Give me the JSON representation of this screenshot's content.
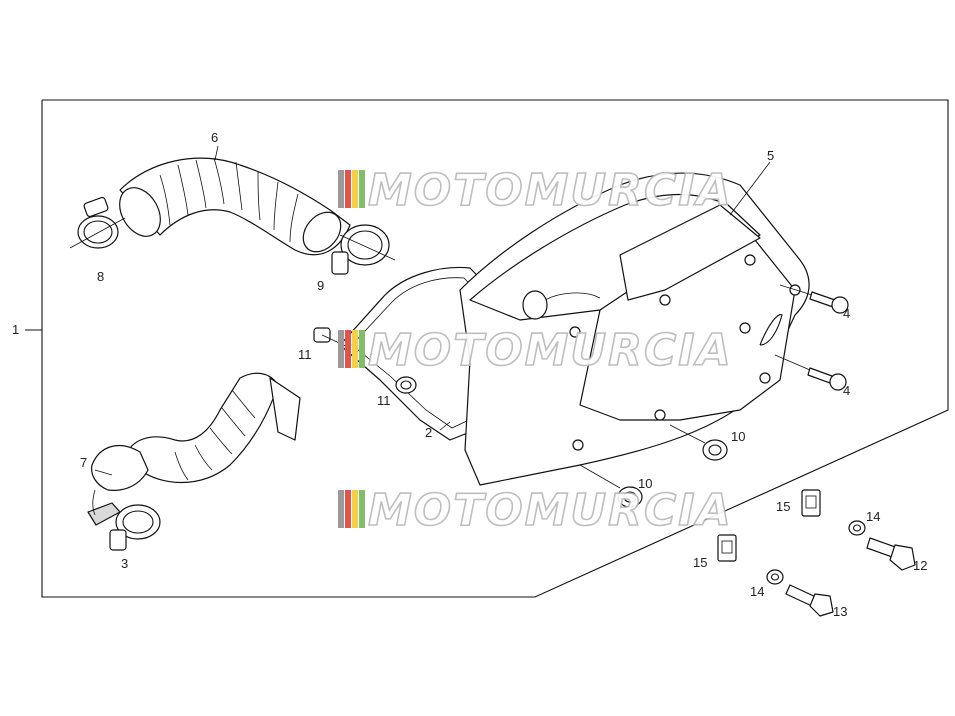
{
  "diagram": {
    "part_labels": [
      "1",
      "2",
      "3",
      "4",
      "4",
      "5",
      "6",
      "7",
      "8",
      "9",
      "10",
      "10",
      "11",
      "11",
      "12",
      "13",
      "14",
      "14",
      "15",
      "15"
    ],
    "watermark": "MOTOMURCIA",
    "colors": {
      "line": "#111111",
      "watermark_stroke": "#b9b9b9",
      "stripe_red": "#e2534a",
      "stripe_yellow": "#f0d24a",
      "stripe_green": "#7fbf6a",
      "stripe_gray": "#9a9a9a"
    }
  }
}
